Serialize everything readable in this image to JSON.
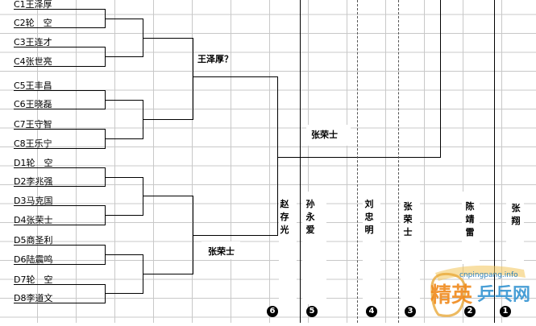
{
  "bracket": {
    "entries": [
      "C1王泽厚",
      "C2轮　空",
      "C3王连才",
      "C4张世亮",
      "C5王丰昌",
      "C6王晓磊",
      "C7王守智",
      "C8王乐宁",
      "D1轮　空",
      "D2李兆强",
      "D3马克国",
      "D4张荣士",
      "D5商圣利",
      "D6陆震鸣",
      "D7轮　空",
      "D8李道文"
    ],
    "semifinal_top": "王泽厚？",
    "semifinal_bottom": "张荣士",
    "final_winner": "张荣士"
  },
  "placings": [
    {
      "name": "赵存光",
      "rank": "6"
    },
    {
      "name": "孙永爱",
      "rank": "5"
    },
    {
      "name": "刘忠明",
      "rank": "4"
    },
    {
      "name": "张荣士",
      "rank": "3"
    },
    {
      "name": "陈靖雷",
      "rank": "2"
    },
    {
      "name": "张翔",
      "rank": "1"
    }
  ],
  "watermark": {
    "url": "cnpingpang.info",
    "logo_text": "精英乒乓网"
  }
}
